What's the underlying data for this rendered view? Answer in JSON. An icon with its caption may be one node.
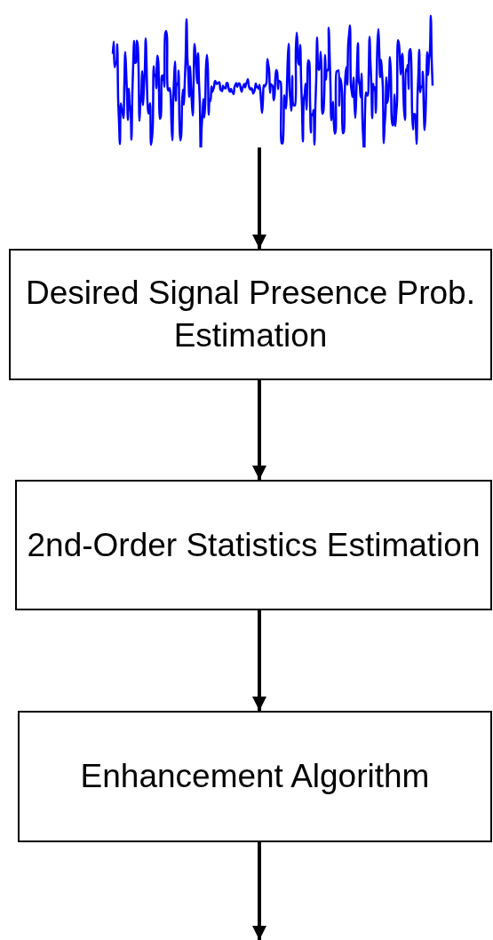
{
  "diagram": {
    "nodes": [
      {
        "text": [],
        "shape": "picture"
      },
      {
        "text": [
          "Desired Signal Presence Prob. Estimation"
        ]
      },
      {
        "text": [
          "2nd-Order Statistics Estimation"
        ]
      },
      {
        "text": [
          "Enhancement Algorithm"
        ]
      }
    ],
    "edges": [
      {
        "from": 0,
        "to": 1,
        "arrow": "to"
      },
      {
        "from": 1,
        "to": 2,
        "arrow": "to"
      },
      {
        "from": 2,
        "to": 3,
        "arrow": "to"
      },
      {
        "from": 3,
        "to": null,
        "arrow": "to"
      }
    ]
  }
}
